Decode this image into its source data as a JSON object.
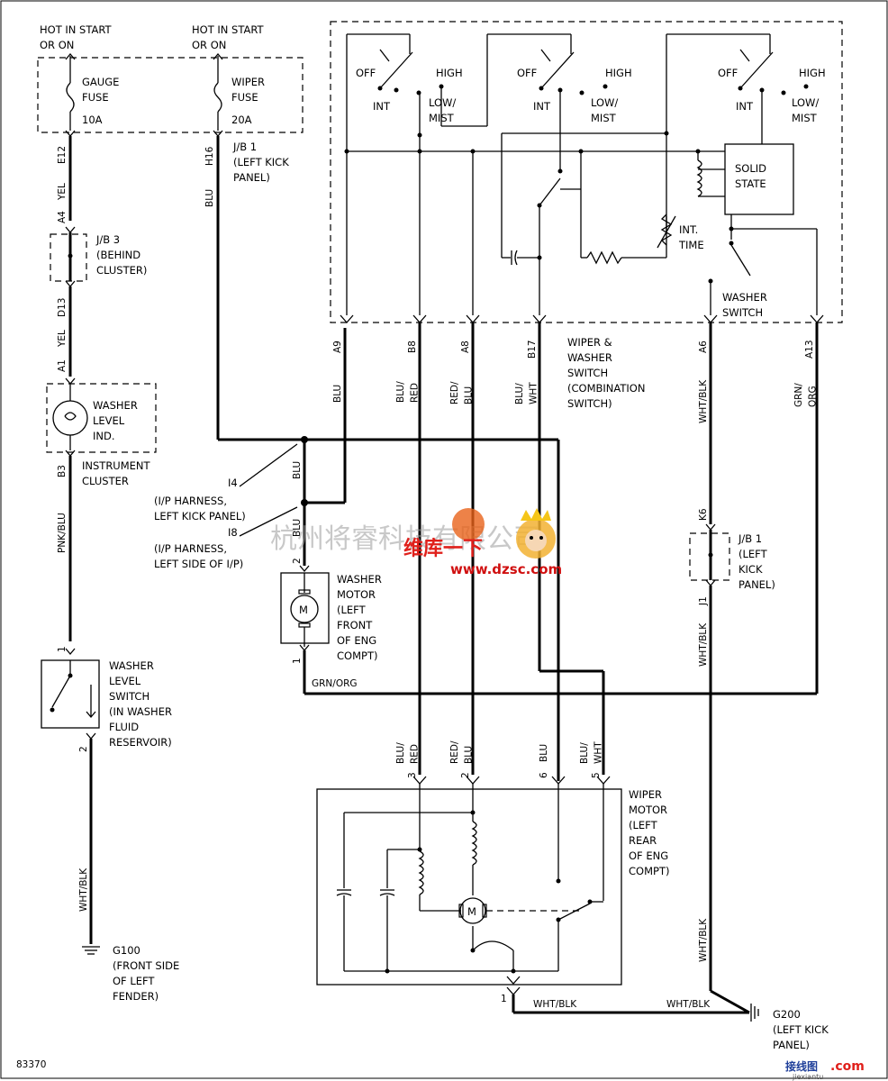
{
  "diagram": {
    "figure_number": "83370",
    "power": {
      "gauge_hot": "HOT IN START\nOR ON",
      "wiper_hot": "HOT IN START\nOR ON",
      "gauge_fuse": "GAUGE\nFUSE",
      "gauge_amp": "10A",
      "wiper_fuse": "WIPER\nFUSE",
      "wiper_amp": "20A",
      "jb1_kick": "J/B 1\n(LEFT KICK\nPANEL)"
    },
    "left_circuit": {
      "e12": "E12",
      "yel1": "YEL",
      "a4": "A4",
      "jb3": "J/B 3\n(BEHIND\nCLUSTER)",
      "d13": "D13",
      "yel2": "YEL",
      "a1": "A1",
      "washer_ind": "WASHER\nLEVEL\nIND.",
      "b3": "B3",
      "instrument_cluster": "INSTRUMENT\nCLUSTER",
      "pnk_blu": "PNK/BLU",
      "pin1": "1",
      "level_switch": "WASHER\nLEVEL\nSWITCH\n(IN WASHER\nFLUID\nRESERVOIR)",
      "pin2": "2",
      "wht_blk": "WHT/BLK",
      "g100": "G100\n(FRONT SIDE\nOF LEFT\nFENDER)"
    },
    "harness": {
      "h16": "H16",
      "blu_main": "BLU",
      "blu_mid": "BLU",
      "blu_low": "BLU",
      "i4": "I4",
      "i4_desc": "(I/P HARNESS,\nLEFT KICK PANEL)",
      "i8": "I8",
      "i8_desc": "(I/P HARNESS,\nLEFT SIDE OF I/P)"
    },
    "switch_box": {
      "off1": "OFF",
      "high1": "HIGH",
      "int1": "INT",
      "lowmist1": "LOW/\nMIST",
      "off2": "OFF",
      "high2": "HIGH",
      "int2": "INT",
      "lowmist2": "LOW/\nMIST",
      "off3": "OFF",
      "high3": "HIGH",
      "int3": "INT",
      "lowmist3": "LOW/\nMIST",
      "solid_state": "SOLID\nSTATE",
      "int_time": "INT.\nTIME",
      "washer_switch": "WASHER\nSWITCH",
      "title": "WIPER &\nWASHER\nSWITCH\n(COMBINATION\nSWITCH)"
    },
    "pins": {
      "a9": "A9",
      "b8": "B8",
      "a8": "A8",
      "b17": "B17",
      "a6": "A6",
      "a13": "A13",
      "blu_a9": "BLU",
      "blu_red": "BLU/\nRED",
      "red_blu": "RED/\nBLU",
      "blu_wht": "BLU/\nWHT",
      "wht_blk": "WHT/BLK",
      "grn_org": "GRN/\nORG"
    },
    "washer_motor": {
      "pin2": "2",
      "pin1": "1",
      "label": "WASHER\nMOTOR\n(LEFT\nFRONT\nOF ENG\nCOMPT)",
      "m": "M",
      "grn_org": "GRN/ORG"
    },
    "jb1_right": {
      "k6": "K6",
      "label": "J/B 1\n(LEFT\nKICK\nPANEL)",
      "j1": "J1",
      "wht_blk": "WHT/BLK",
      "wht_blk_low": "WHT/BLK"
    },
    "wiper_motor": {
      "label": "WIPER\nMOTOR\n(LEFT\nREAR\nOF ENG\nCOMPT)",
      "w3": "BLU/\nRED",
      "p3": "3",
      "w2": "RED/\nBLU",
      "p2": "2",
      "w6": "BLU",
      "p6": "6",
      "w5": "BLU/\nWHT",
      "p5": "5",
      "m": "M",
      "p1": "1"
    },
    "ground_right": {
      "wht_blk_a": "WHT/BLK",
      "wht_blk_b": "WHT/BLK",
      "g200": "G200\n(LEFT KICK\nPANEL)"
    },
    "watermark": {
      "cn_company": "杭州将睿科技有限公司",
      "cn_brand": "维库一下",
      "url": "www.dzsc.com",
      "corner": "接线图",
      "corner_com": ".com",
      "corner_small": "jiexiantu"
    }
  }
}
